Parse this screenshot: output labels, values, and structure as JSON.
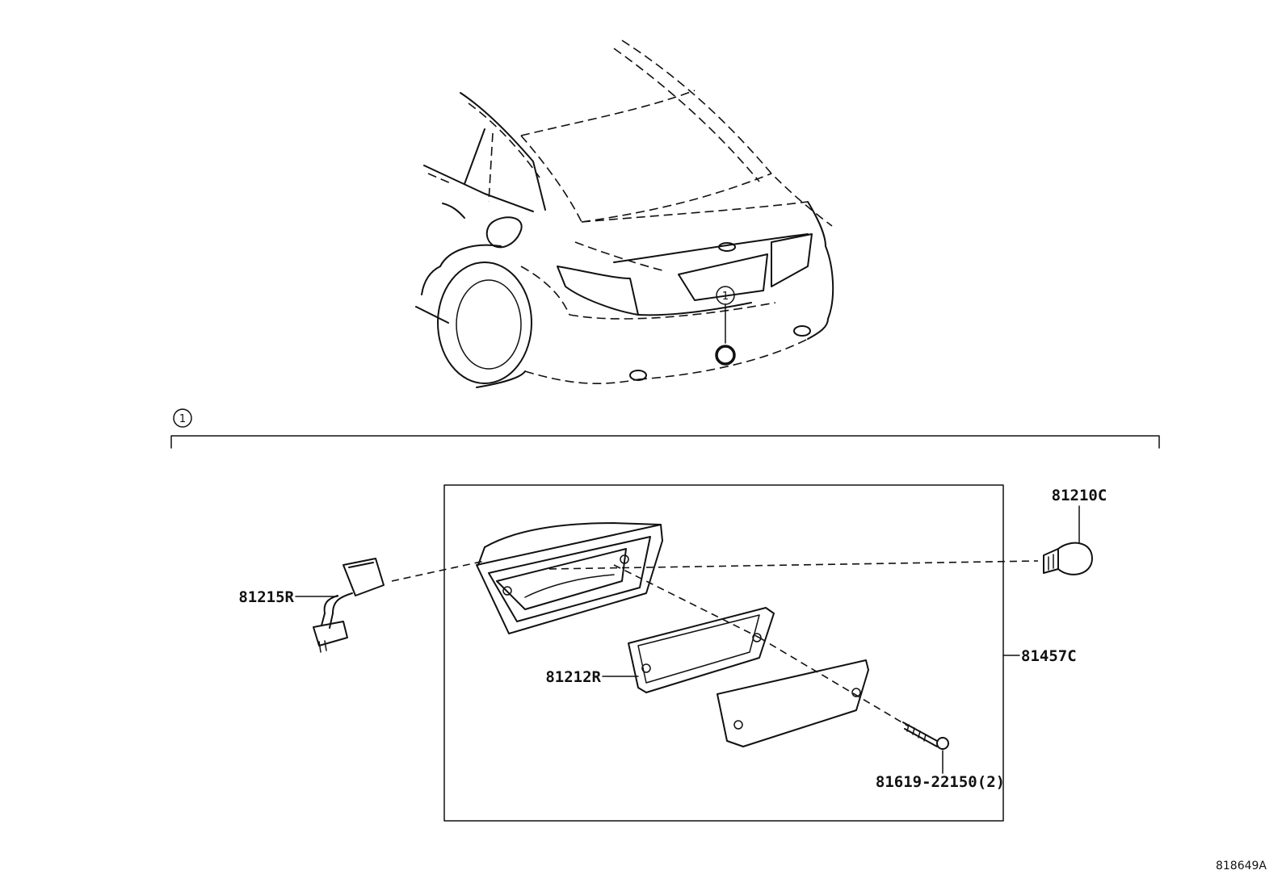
{
  "diagram": {
    "reference_code": "818649A",
    "callout_marker": "1",
    "parts": [
      {
        "id": "bulb",
        "label": "81210C"
      },
      {
        "id": "socket",
        "label": "81215R"
      },
      {
        "id": "gasket",
        "label": "81212R"
      },
      {
        "id": "lamp-assembly",
        "label": "81457C"
      },
      {
        "id": "screw",
        "label": "81619-22150(2)"
      }
    ]
  }
}
